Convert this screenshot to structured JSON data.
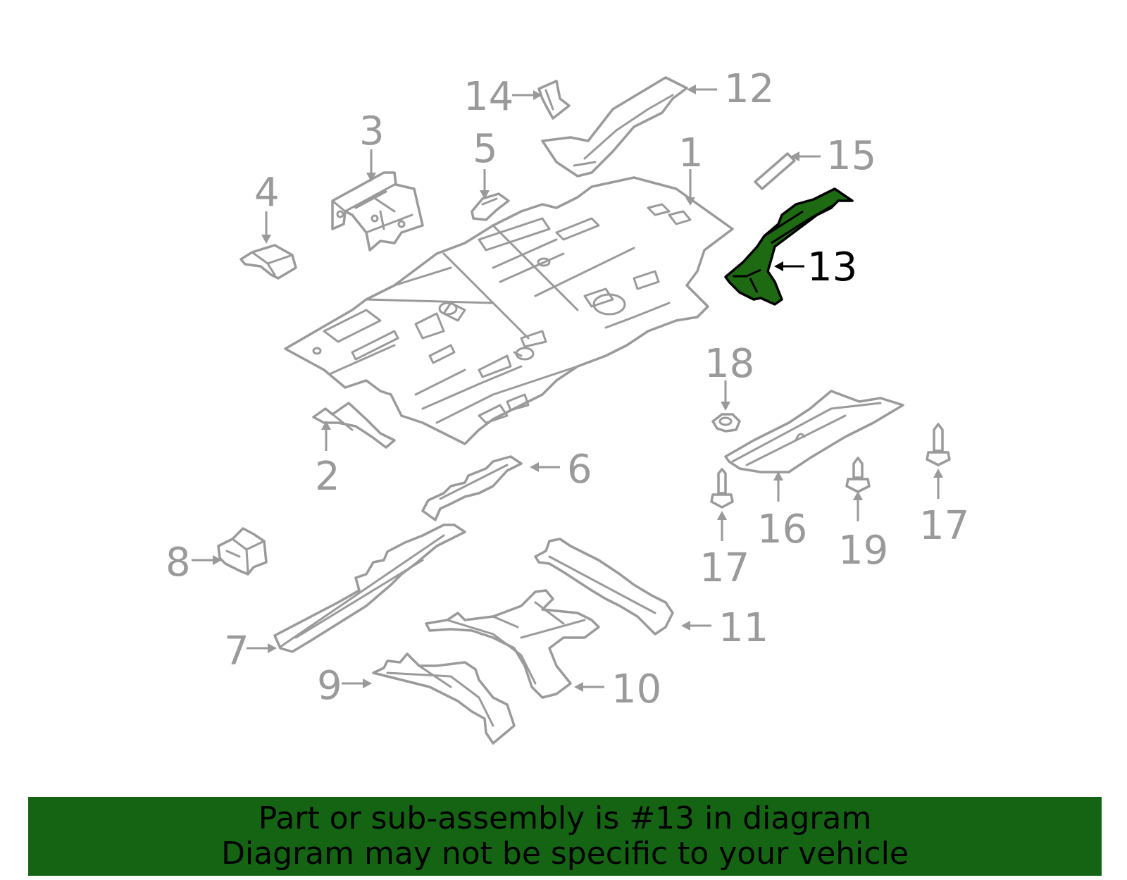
{
  "diagram": {
    "highlight_color": "#1d6a12",
    "outline_color": "#9a9a9a",
    "highlighted_part": "13",
    "callouts": [
      {
        "id": "c1",
        "label": "1"
      },
      {
        "id": "c2",
        "label": "2"
      },
      {
        "id": "c3",
        "label": "3"
      },
      {
        "id": "c4",
        "label": "4"
      },
      {
        "id": "c5",
        "label": "5"
      },
      {
        "id": "c6",
        "label": "6"
      },
      {
        "id": "c7",
        "label": "7"
      },
      {
        "id": "c8",
        "label": "8"
      },
      {
        "id": "c9",
        "label": "9"
      },
      {
        "id": "c10",
        "label": "10"
      },
      {
        "id": "c11",
        "label": "11"
      },
      {
        "id": "c12",
        "label": "12"
      },
      {
        "id": "c13",
        "label": "13"
      },
      {
        "id": "c14",
        "label": "14"
      },
      {
        "id": "c15",
        "label": "15"
      },
      {
        "id": "c16",
        "label": "16"
      },
      {
        "id": "c17a",
        "label": "17"
      },
      {
        "id": "c17b",
        "label": "17"
      },
      {
        "id": "c18",
        "label": "18"
      },
      {
        "id": "c19",
        "label": "19"
      }
    ]
  },
  "banner": {
    "background": "#146414",
    "line1": "Part or sub-assembly is #13 in diagram",
    "line2": "Diagram may not be specific to your vehicle"
  }
}
